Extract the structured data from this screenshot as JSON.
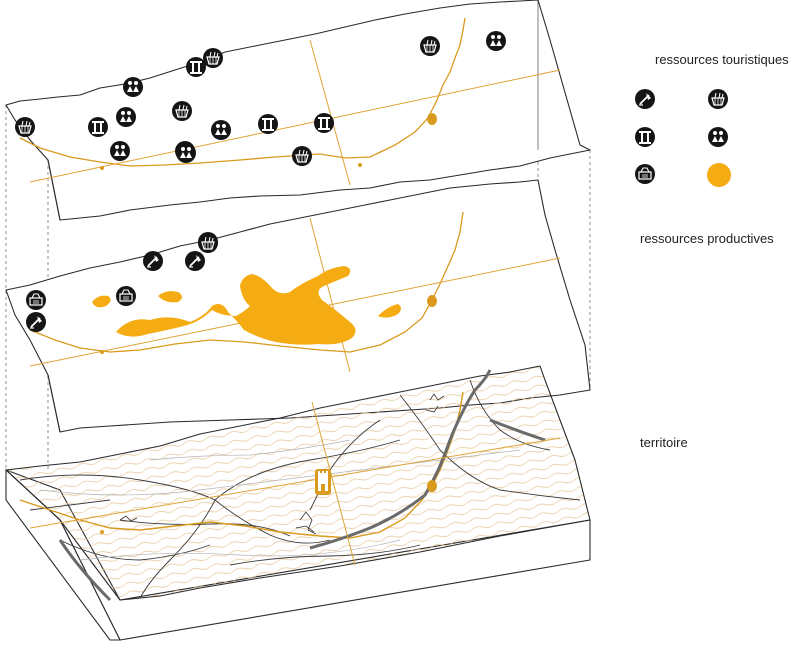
{
  "legend": {
    "tourism_title": "ressources touristiques",
    "productive_title": "ressources productives",
    "territory_title": "territoire"
  },
  "colors": {
    "accent": "#f5ab12",
    "river": "#d99a1e",
    "line": "#2a2a2a",
    "contour": "#e6c79a",
    "road": "#6b6b6b"
  },
  "icons": {
    "tourism_layer": [
      "basket-icon",
      "basket-icon",
      "couple-icon",
      "landmark-icon",
      "basket-icon",
      "couple-icon",
      "basket-icon",
      "couple-icon",
      "landmark-icon",
      "couple-icon",
      "landmark-icon",
      "landmark-icon",
      "couple-icon",
      "basket-icon",
      "couple-icon",
      "basket-icon"
    ],
    "productive_layer": [
      "hoe-icon",
      "hoe-icon",
      "wine-press-icon",
      "basket-icon",
      "wine-press-icon",
      "wine-press-icon",
      "hoe-icon"
    ],
    "legend": [
      "hoe-icon",
      "basket-icon",
      "landmark-icon",
      "couple-icon",
      "wine-press-icon",
      "productive-area-icon"
    ]
  }
}
